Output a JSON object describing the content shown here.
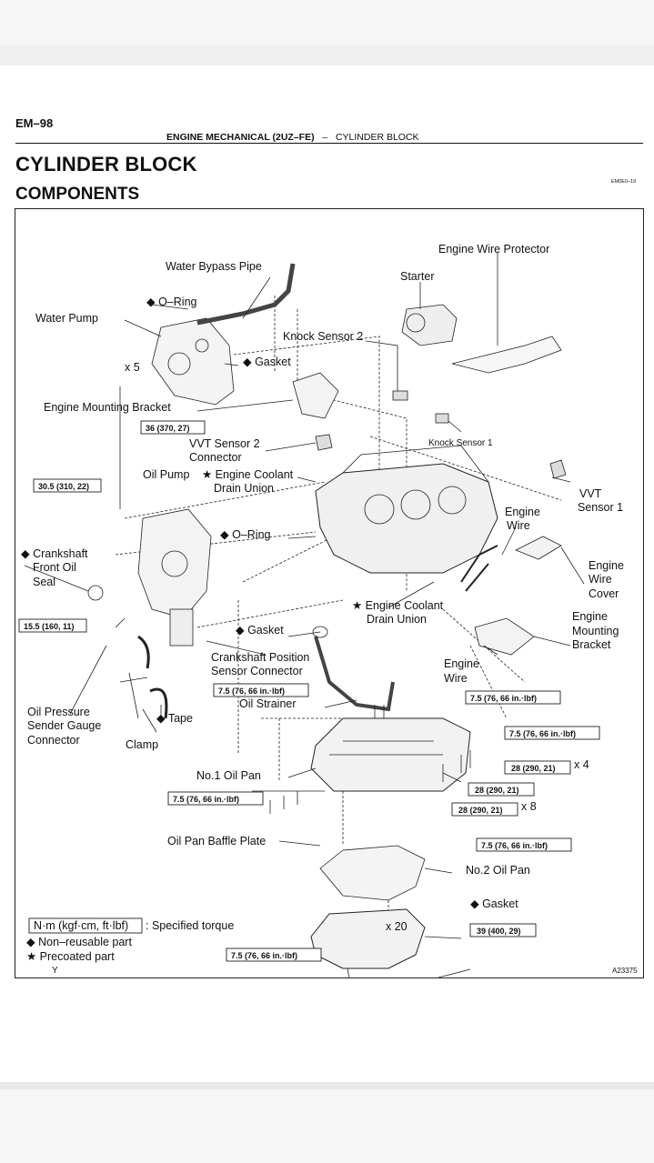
{
  "header": {
    "page_number": "EM–98",
    "section": "ENGINE MECHANICAL (2UZ–FE)",
    "separator": "–",
    "subsection": "CYLINDER BLOCK",
    "title": "CYLINDER BLOCK",
    "subtitle": "COMPONENTS",
    "doc_code": "EM0E0–19"
  },
  "labels": {
    "engine_wire_protector": "Engine Wire Protector",
    "water_bypass_pipe": "Water Bypass Pipe",
    "starter": "Starter",
    "o_ring_top": "◆ O–Ring",
    "water_pump": "Water Pump",
    "knock_sensor_2": "Knock Sensor 2",
    "x5": "x 5",
    "gasket_top": "◆ Gasket",
    "engine_mounting_bracket_left": "Engine Mounting Bracket",
    "knock_sensor_1": "Knock Sensor 1",
    "vvt_sensor_2": "VVT Sensor 2",
    "vvt_sensor_2b": "Connector",
    "oil_pump": "Oil Pump",
    "coolant_drain_top": "★ Engine Coolant",
    "coolant_drain_top2": "Drain Union",
    "vvt_sensor_1": "VVT",
    "vvt_sensor_1b": "Sensor 1",
    "crankshaft_front": "◆ Crankshaft",
    "crankshaft_front2": "Front Oil",
    "crankshaft_front3": "Seal",
    "o_ring_mid": "◆ O–Ring",
    "engine_wire_mid": "Engine",
    "engine_wire_mid2": "Wire",
    "engine_wire_cover": "Engine",
    "engine_wire_cover2": "Wire",
    "engine_wire_cover3": "Cover",
    "coolant_drain_mid": "★ Engine Coolant",
    "coolant_drain_mid2": "Drain Union",
    "gasket_mid": "◆ Gasket",
    "crank_pos_sensor": "Crankshaft Position",
    "crank_pos_sensor2": "Sensor Connector",
    "engine_mounting_bracket_right": "Engine",
    "engine_mounting_bracket_right2": "Mounting",
    "engine_mounting_bracket_right3": "Bracket",
    "engine_wire_low": "Engine",
    "engine_wire_low2": "Wire",
    "oil_strainer": "Oil Strainer",
    "oil_pressure": "Oil Pressure",
    "oil_pressure2": "Sender Gauge",
    "oil_pressure3": "Connector",
    "tape": "◆ Tape",
    "clamp": "Clamp",
    "x4": "x 4",
    "no1_oil_pan": "No.1 Oil Pan",
    "x8": "x 8",
    "baffle_plate": "Oil Pan Baffle Plate",
    "no2_oil_pan": "No.2 Oil Pan",
    "gasket_low": "◆ Gasket",
    "x20": "x 20",
    "figure_code": "A23375"
  },
  "torque_boxes": {
    "t36": "36 (370, 27)",
    "t30": "30.5 (310, 22)",
    "t15": "15.5 (160, 11)",
    "t75a": "7.5 (76, 66 in.·lbf)",
    "t75b": "7.5 (76, 66 in.·lbf)",
    "t75c": "7.5 (76, 66 in.·lbf)",
    "t28a": "28 (290, 21)",
    "t28b": "28 (290, 21)",
    "t75d": "7.5 (76, 66 in.·lbf)",
    "t28c": "28 (290, 21)",
    "t75e": "7.5 (76, 66 in.·lbf)",
    "t39": "39 (400, 29)",
    "t75f": "7.5 (76, 66 in.·lbf)"
  },
  "legend": {
    "unit_box": "N·m (kgf·cm, ft·lbf)",
    "unit_text": ": Specified torque",
    "non_reusable": "◆ Non–reusable part",
    "precoated": "★ Precoated part",
    "y_mark": "Y"
  }
}
